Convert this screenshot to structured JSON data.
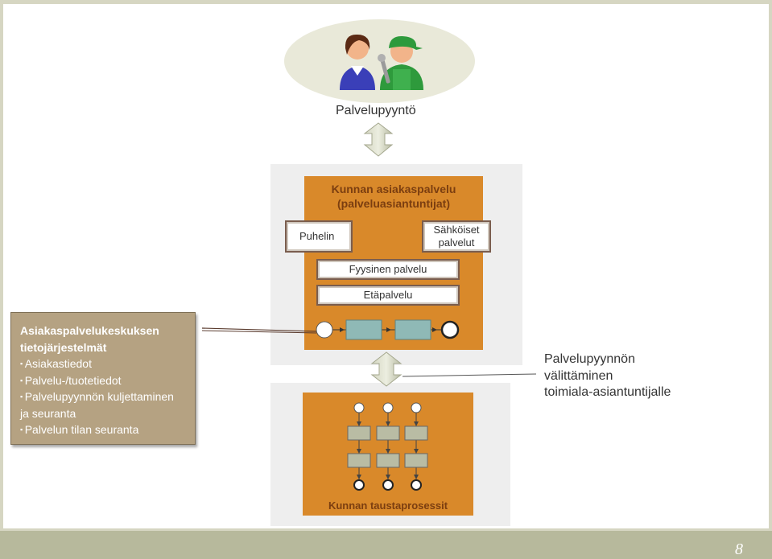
{
  "header": {
    "request_label": "Palvelupyyntö"
  },
  "front_office": {
    "title_line1": "Kunnan asiakaspalvelu",
    "title_line2": "(palveluasiantuntijat)",
    "channels": {
      "phone": "Puhelin",
      "electronic_line1": "Sähköiset",
      "electronic_line2": "palvelut",
      "physical": "Fyysinen palvelu",
      "remote": "Etäpalvelu"
    }
  },
  "back_office": {
    "title": "Kunnan taustaprosessit"
  },
  "systems": {
    "title_line1": "Asiakaspalvelukeskuksen",
    "title_line2": "tietojärjestelmät",
    "items": [
      "Asiakastiedot",
      "Palvelu-/tuotetiedot",
      "Palvelupyynnön kuljettaminen",
      "Palvelun tilan seuranta"
    ],
    "item3_continuation": "ja seuranta"
  },
  "note": {
    "line1": "Palvelupyynnön",
    "line2": "välittäminen",
    "line3": "toimiala-asiantuntijalle"
  },
  "footer": {
    "page_number": "8"
  },
  "colors": {
    "orange": "#d9892a",
    "brown_title": "#7b3e10",
    "system_box": "#b5a282",
    "process_box": "#b9bca4",
    "teal_box": "#8fb9b6"
  }
}
